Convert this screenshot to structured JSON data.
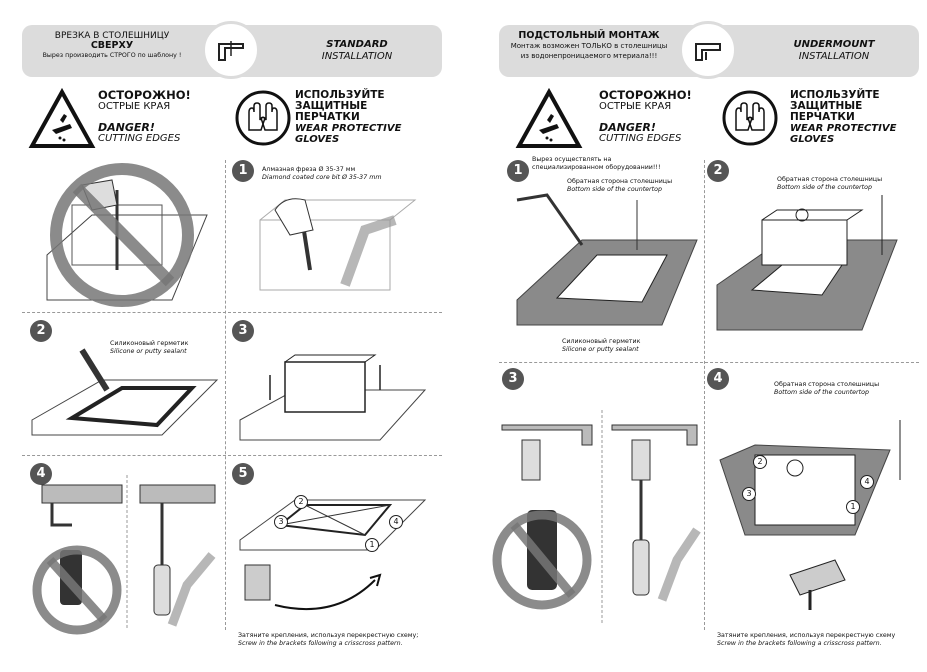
{
  "left": {
    "header": {
      "ru_line1": "ВРЕЗКА В СТОЛЕШНИЦУ",
      "ru_line2": "СВЕРХУ",
      "ru_line3": "Вырез производить СТРОГО по шаблону !",
      "en_line1": "STANDARD",
      "en_line2": "INSTALLATION"
    },
    "warning_caution": {
      "ru_title": "ОСТОРОЖНО!",
      "ru_sub": "ОСТРЫЕ КРАЯ",
      "en_title": "DANGER!",
      "en_sub": "CUTTING EDGES"
    },
    "warning_gloves": {
      "ru_line1": "ИСПОЛЬЗУЙТЕ",
      "ru_line2": "ЗАЩИТНЫЕ",
      "ru_line3": "ПЕРЧАТКИ",
      "en_line1": "WEAR PROTECTIVE",
      "en_line2": "GLOVES"
    },
    "steps": [
      {
        "num": "1",
        "ru": "Алмазная фреза Ø 35-37 мм",
        "en": "Diamond coated core bit Ø 35-37 mm"
      },
      {
        "num": "2",
        "ru": "Силиконовый герметик",
        "en": "Silicone or putty sealant"
      },
      {
        "num": "3"
      },
      {
        "num": "4"
      },
      {
        "num": "5"
      }
    ],
    "footer": {
      "ru": "Затяните крепления, используя перекрестную схему;",
      "en": "Screw in the brackets following a crisscross pattern."
    },
    "pattern_labels": [
      "1",
      "2",
      "3",
      "4"
    ]
  },
  "right": {
    "header": {
      "ru_line1": "ПОДСТОЛЬНЫЙ МОНТАЖ",
      "ru_line2": "Монтаж возможен ТОЛЬКО в столешницы",
      "ru_line3": "из водонепроницаемого мтериала!!!",
      "en_line1": "UNDERMOUNT",
      "en_line2": "INSTALLATION"
    },
    "warning_caution": {
      "ru_title": "ОСТОРОЖНО!",
      "ru_sub": "ОСТРЫЕ КРАЯ",
      "en_title": "DANGER!",
      "en_sub": "CUTTING EDGES"
    },
    "warning_gloves": {
      "ru_line1": "ИСПОЛЬЗУЙТЕ",
      "ru_line2": "ЗАЩИТНЫЕ",
      "ru_line3": "ПЕРЧАТКИ",
      "en_line1": "WEAR PROTECTIVE",
      "en_line2": "GLOVES"
    },
    "step1": {
      "num": "1",
      "ru_a": "Вырез осуществлять на",
      "ru_b": "специализированном оборудовании!!!",
      "ru_c": "Обратная сторона столешницы",
      "en_c": "Bottom side of the countertop",
      "ru_d": "Силиконовый герметик",
      "en_d": "Silicone or putty sealant"
    },
    "step2": {
      "num": "2",
      "ru": "Обратная сторона столешницы",
      "en": "Bottom side of the countertop"
    },
    "step3": {
      "num": "3"
    },
    "step4": {
      "num": "4",
      "ru": "Обратная сторона столешницы",
      "en": "Bottom side of the countertop"
    },
    "footer": {
      "ru": "Затяните крепления, используя перекрестную схему",
      "en": "Screw in the brackets following a crisscross pattern."
    },
    "pattern_labels": [
      "1",
      "2",
      "3",
      "4"
    ]
  },
  "colors": {
    "header_bg": "#dcdcdc",
    "step_badge": "#555555",
    "prohibited": "#777777",
    "counter": "#8a8a8a"
  }
}
